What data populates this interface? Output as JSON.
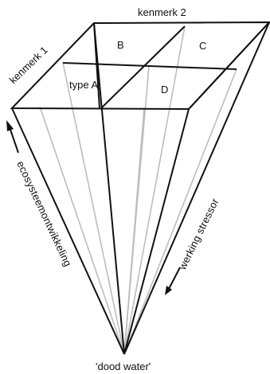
{
  "labels": {
    "characteristic_1": "kenmerk 1",
    "characteristic_2": "kenmerk 2",
    "cell_a": "type A",
    "cell_b": "B",
    "cell_c": "C",
    "cell_d": "D",
    "left_axis": "ecosysteemontwikkeling",
    "right_axis": "werking stressor",
    "apex": "'dood water'"
  },
  "colors": {
    "lines": "#111111",
    "projection_lines": "#bdbdbd",
    "background": "#ffffff"
  }
}
